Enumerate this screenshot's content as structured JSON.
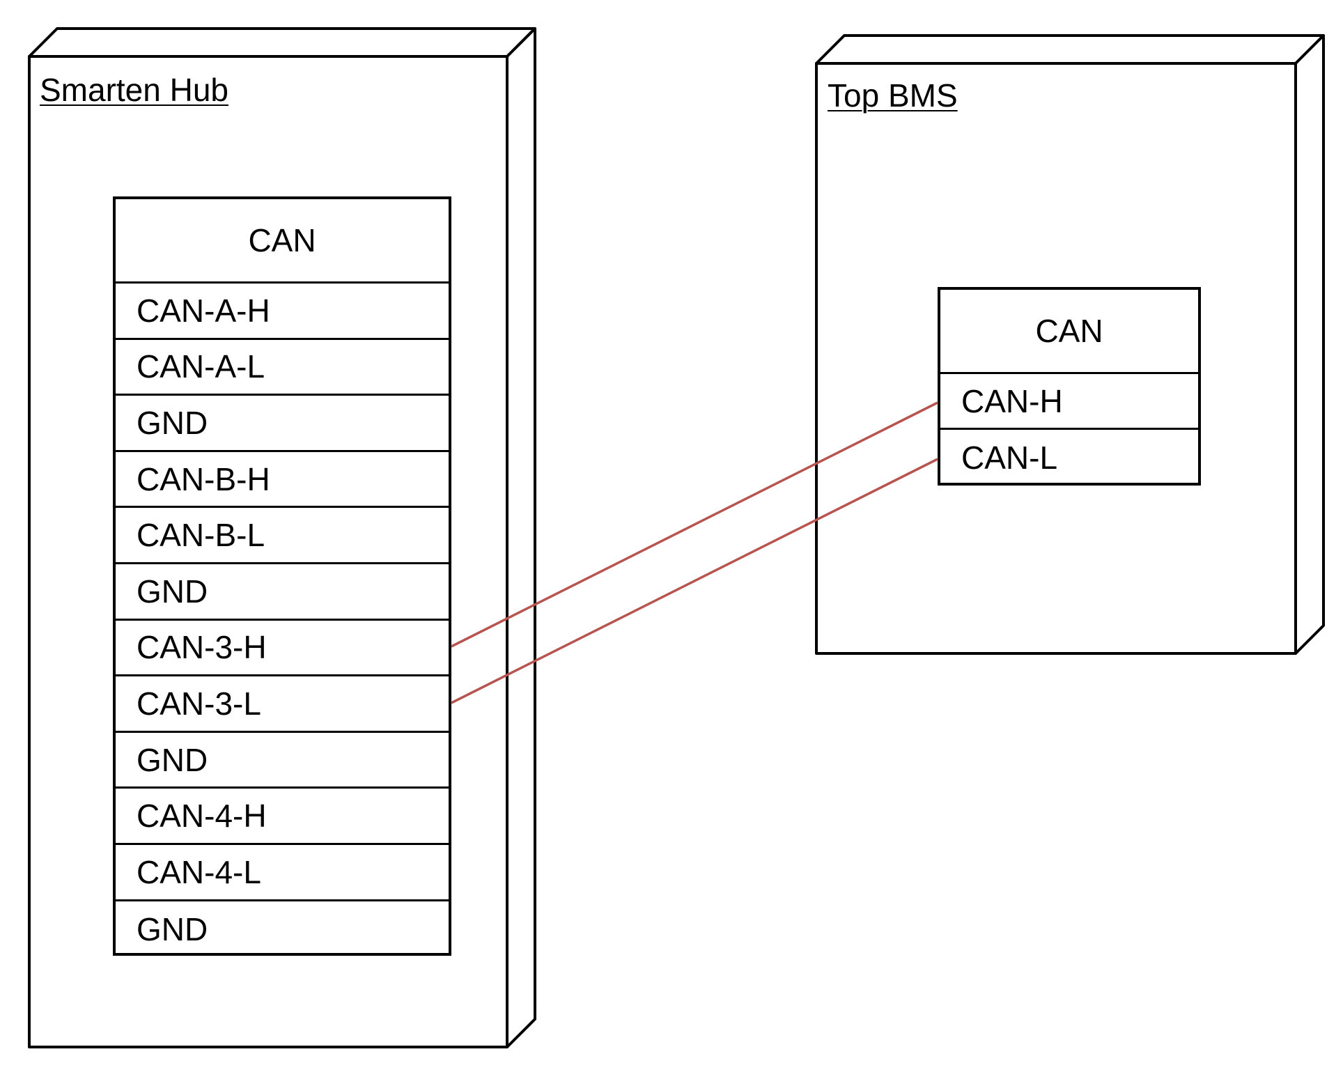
{
  "nodes": [
    {
      "title": "Smarten Hub",
      "component": {
        "header": "CAN",
        "pins": [
          "CAN-A-H",
          "CAN-A-L",
          "GND",
          "CAN-B-H",
          "CAN-B-L",
          "GND",
          "CAN-3-H",
          "CAN-3-L",
          "GND",
          "CAN-4-H",
          "CAN-4-L",
          "GND"
        ]
      }
    },
    {
      "title": "Top BMS",
      "component": {
        "header": "CAN",
        "pins": [
          "CAN-H",
          "CAN-L"
        ]
      }
    }
  ],
  "connections": [
    {
      "from": "CAN-3-H",
      "to": "CAN-H"
    },
    {
      "from": "CAN-3-L",
      "to": "CAN-L"
    }
  ],
  "colors": {
    "outline": "#000000",
    "connection": "#b85450",
    "background": "#ffffff"
  }
}
